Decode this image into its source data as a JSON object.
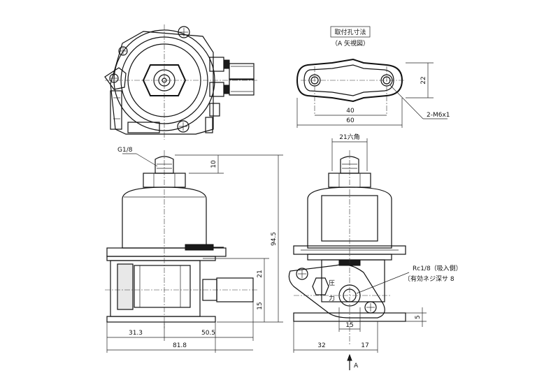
{
  "mount_hole_title": "取付孔寸法",
  "mount_hole_subtitle": "（A 矢視図）",
  "dims": {
    "height_22": "22",
    "spacing_40": "40",
    "width_60": "60",
    "thread_m6": "2-M6x1",
    "hex_21": "21六角",
    "g18": "G1/8",
    "top_10": "10",
    "total_94_5": "94.5",
    "side_21": "21",
    "side_15": "15",
    "base_31_3": "31.3",
    "base_50_5": "50.5",
    "total_81_8": "81.8",
    "port_15": "15",
    "base_5": "5",
    "front_32": "32",
    "front_17": "17"
  },
  "labels": {
    "suction_port": "Rc1/8（吸入側）",
    "thread_depth": "〔有効ネジ深サ 8",
    "pressure_1": "圧",
    "pressure_2": "力",
    "view_arrow": "A"
  }
}
